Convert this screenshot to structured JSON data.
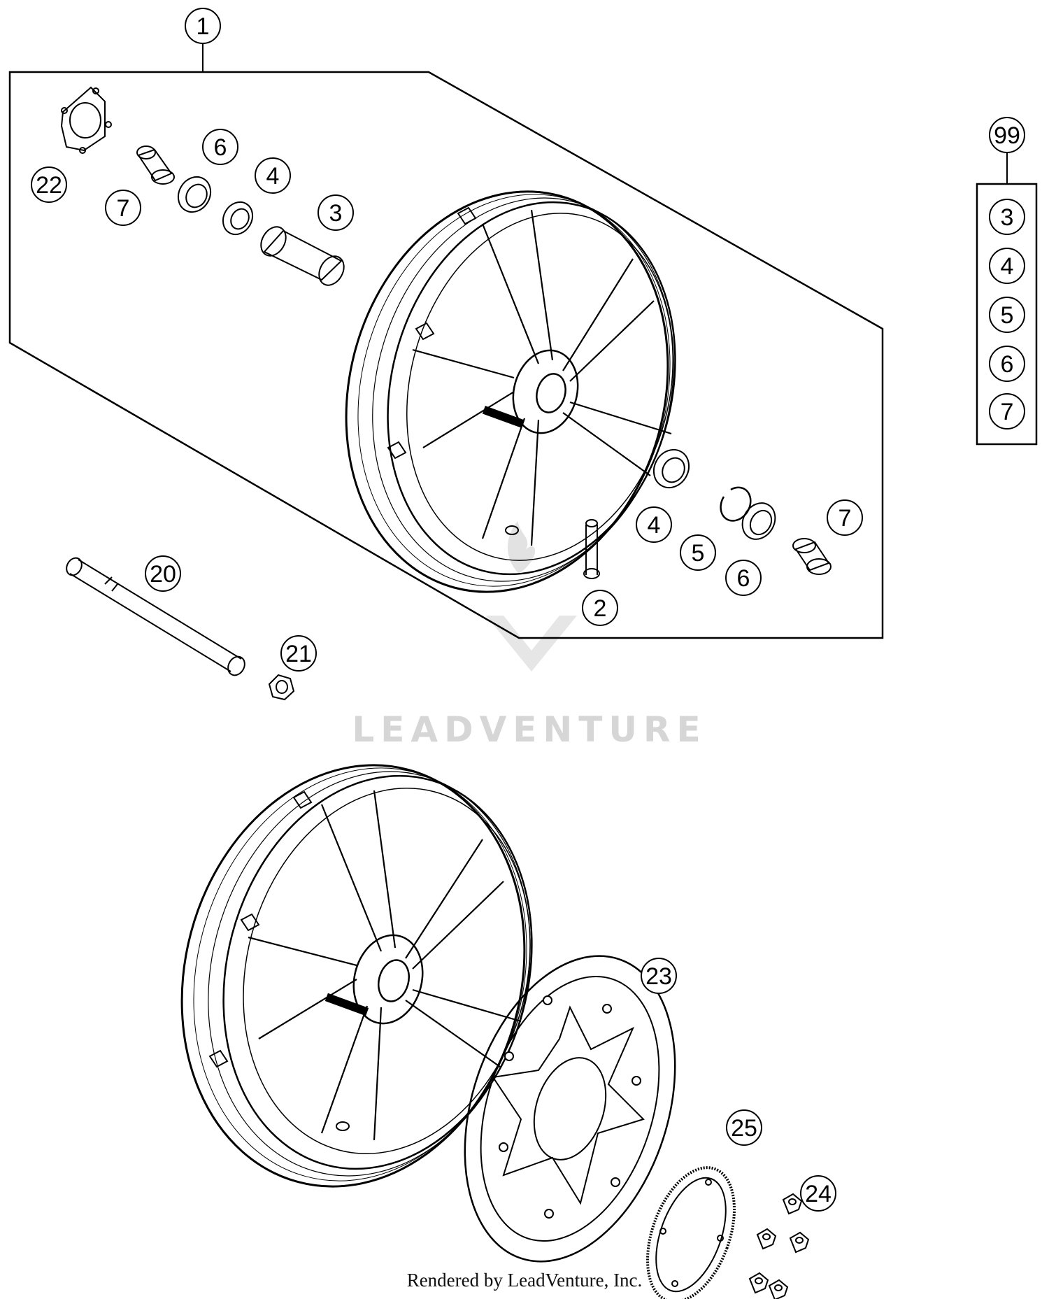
{
  "diagram": {
    "footer": "Rendered by LeadVenture, Inc.",
    "watermark": "LEADVENTURE",
    "callouts": {
      "c1": "1",
      "c2": "2",
      "c3": "3",
      "c4a": "4",
      "c4b": "4",
      "c5": "5",
      "c6a": "6",
      "c6b": "6",
      "c7a": "7",
      "c7b": "7",
      "c20": "20",
      "c21": "21",
      "c22": "22",
      "c23": "23",
      "c24": "24",
      "c25": "25",
      "c99": "99"
    },
    "kit_99": [
      "3",
      "4",
      "5",
      "6",
      "7"
    ]
  }
}
